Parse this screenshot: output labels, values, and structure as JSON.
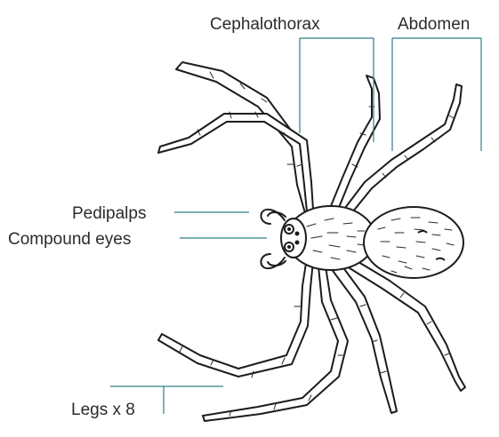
{
  "labels": {
    "cephalothorax": "Cephalothorax",
    "abdomen": "Abdomen",
    "pedipalps": "Pedipalps",
    "compound_eyes": "Compound eyes",
    "legs": "Legs x 8"
  },
  "colors": {
    "leader_line": "#2f7f86",
    "ink": "#1c1c1c",
    "text": "#2b2b2b",
    "background": "#ffffff"
  }
}
